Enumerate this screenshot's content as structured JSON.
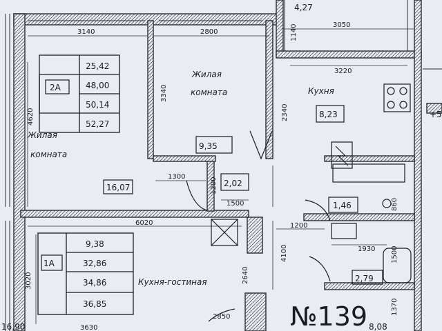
{
  "colors": {
    "paper": "#e9edf3",
    "ink": "#1b1b22",
    "wall": "#2a2a33"
  },
  "apartment_number": "№139",
  "top_fragment_area": "4,27",
  "rooms": {
    "living_left": {
      "name_line1": "Жилая",
      "name_line2": "комната",
      "area": "16,07"
    },
    "living_center": {
      "name_line1": "Жилая",
      "name_line2": "комната",
      "area": "9,35"
    },
    "kitchen": {
      "name": "Кухня",
      "area": "8,23"
    },
    "hall_small": {
      "area": "2,02"
    },
    "bath_1": {
      "area": "1,46"
    },
    "bath_2": {
      "area": "2,79"
    },
    "kitchen_living": {
      "name": "Кухня-гостиная"
    }
  },
  "table_2a": {
    "label": "2А",
    "values": [
      "25,42",
      "48,00",
      "50,14",
      "52,27"
    ]
  },
  "table_1a": {
    "label": "1А",
    "values": [
      "9,38",
      "32,86",
      "34,86",
      "36,85"
    ]
  },
  "dimensions": {
    "d3140": "3140",
    "d2800": "2800",
    "d3050": "3050",
    "d3220": "3220",
    "d1300": "1300",
    "d1500": "1500",
    "d6020": "6020",
    "d1200": "1200",
    "d1930": "1930",
    "d3630": "3630",
    "d1140": "1140",
    "d3340": "3340",
    "d2340": "2340",
    "d4620": "4620",
    "d1200v": "1200",
    "d3020": "3020",
    "d2640": "2640",
    "d4100": "4100",
    "d1500v": "1500",
    "d1370": "1370",
    "d860": "860",
    "d2850": "2850"
  },
  "edge_fragments": {
    "bottom_left": "16,90",
    "right_top": "+5",
    "bottom_right": "8,08"
  }
}
